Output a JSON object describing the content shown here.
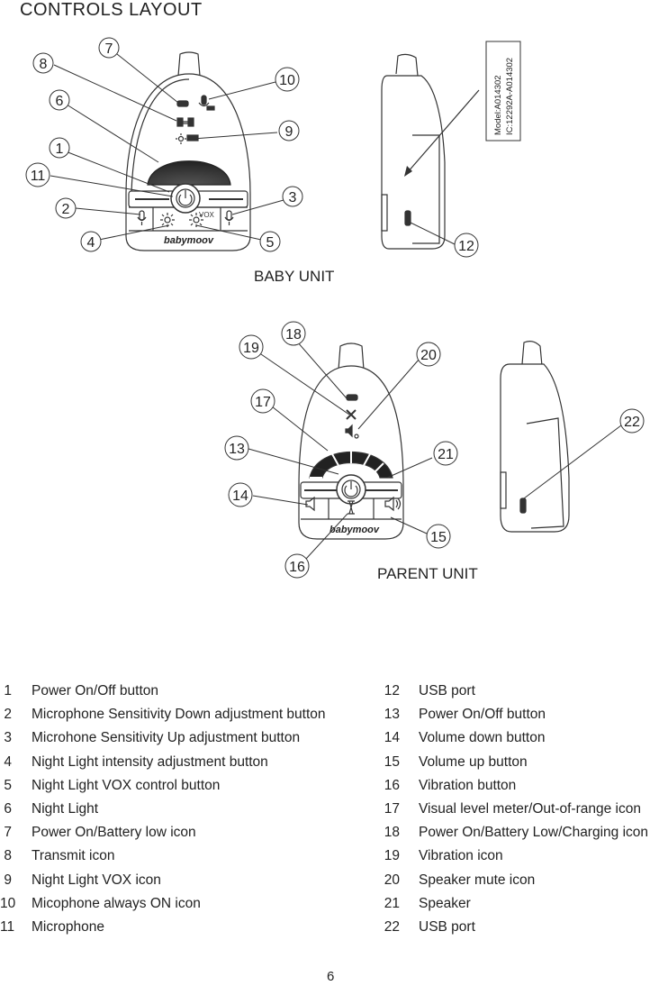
{
  "title": "CONTROLS LAYOUT",
  "baby_unit_label": "BABY UNIT",
  "parent_unit_label": "PARENT UNIT",
  "brand": "babymoov",
  "vox_label": "VOX",
  "model_text": "Model:A014302",
  "ic_text": "IC:12292A-A014302",
  "callouts": [
    "1",
    "2",
    "3",
    "4",
    "5",
    "6",
    "7",
    "8",
    "9",
    "10",
    "11",
    "12",
    "13",
    "14",
    "15",
    "16",
    "17",
    "18",
    "19",
    "20",
    "21",
    "22"
  ],
  "legend_left": [
    {
      "num": "1",
      "text": "Power On/Off button"
    },
    {
      "num": "2",
      "text": "Microphone Sensitivity Down adjustment button"
    },
    {
      "num": "3",
      "text": "Microhone Sensitivity Up adjustment button"
    },
    {
      "num": "4",
      "text": "Night Light intensity adjustment button"
    },
    {
      "num": "5",
      "text": "Night Light VOX control button"
    },
    {
      "num": "6",
      "text": "Night Light"
    },
    {
      "num": "7",
      "text": "Power On/Battery low icon"
    },
    {
      "num": "8",
      "text": "Transmit icon"
    },
    {
      "num": "9",
      "text": "Night Light VOX icon"
    },
    {
      "num": "10",
      "text": "Micophone always ON icon"
    },
    {
      "num": "11",
      "text": "Microphone"
    }
  ],
  "legend_right": [
    {
      "num": "12",
      "text": "USB port"
    },
    {
      "num": "13",
      "text": "Power On/Off button"
    },
    {
      "num": "14",
      "text": "Volume down button"
    },
    {
      "num": "15",
      "text": "Volume up button"
    },
    {
      "num": "16",
      "text": "Vibration button"
    },
    {
      "num": "17",
      "text": "Visual level meter/Out-of-range icon"
    },
    {
      "num": "18",
      "text": "Power On/Battery Low/Charging icon"
    },
    {
      "num": "19",
      "text": "Vibration icon"
    },
    {
      "num": "20",
      "text": "Speaker mute icon"
    },
    {
      "num": "21",
      "text": "Speaker"
    },
    {
      "num": "22",
      "text": "USB port"
    }
  ],
  "page_number": "6"
}
